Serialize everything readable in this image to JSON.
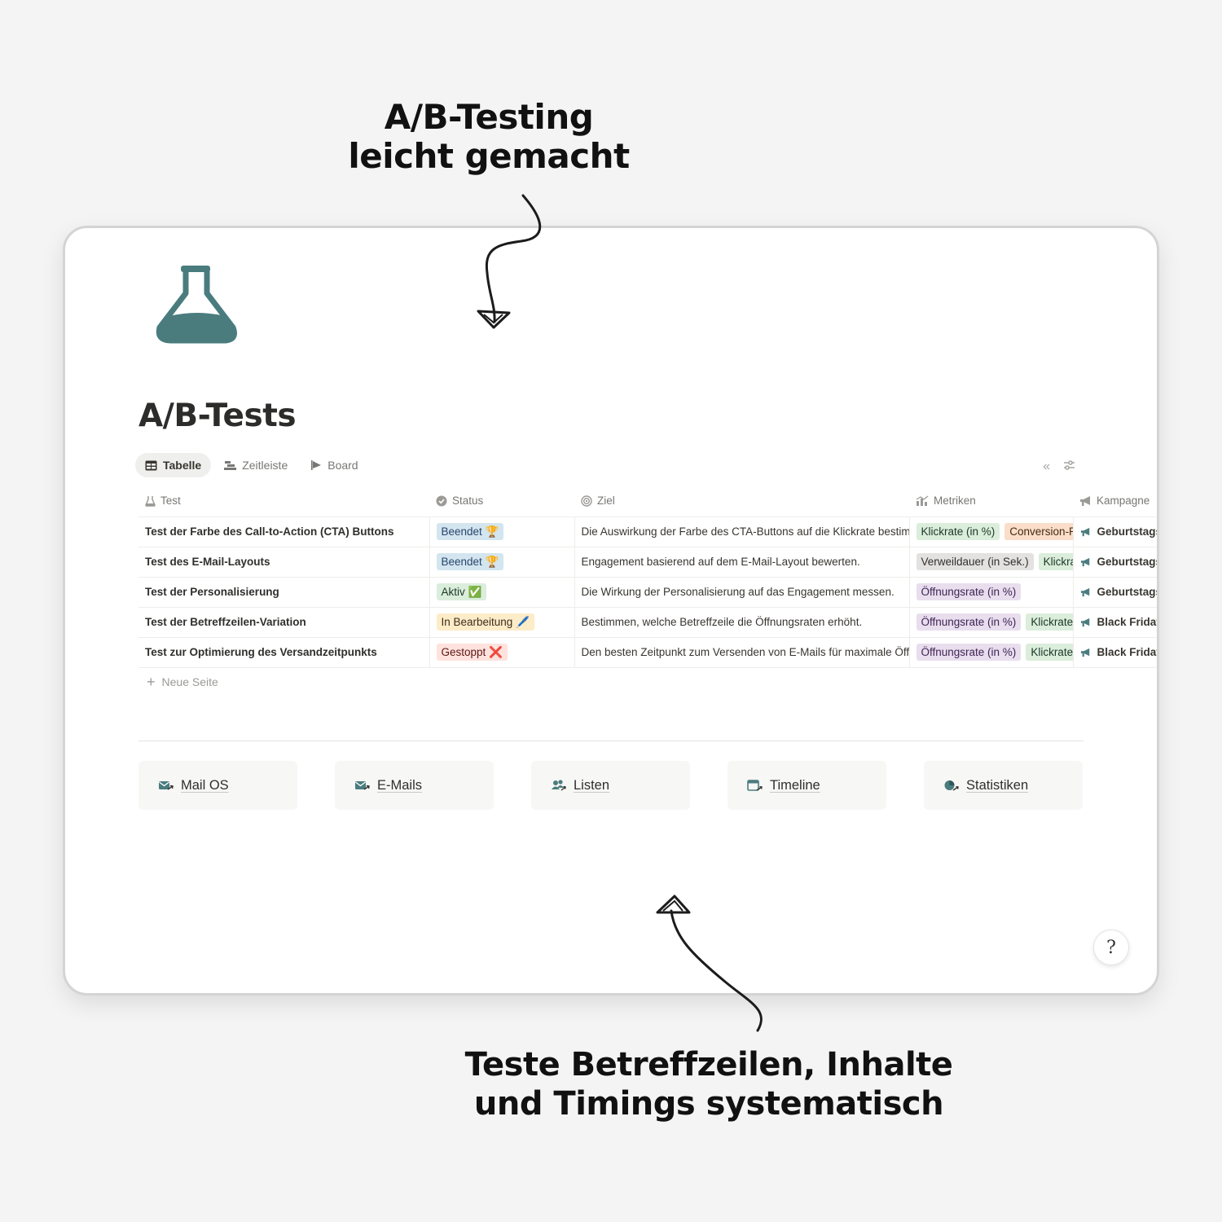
{
  "headline_top": [
    "A/B-Testing",
    "leicht gemacht"
  ],
  "headline_bottom": [
    "Teste Betreffzeilen, Inhalte",
    "und Timings systematisch"
  ],
  "page": {
    "icon": "flask-icon",
    "title": "A/B-Tests",
    "accent_color": "#4a7c7e"
  },
  "views": [
    {
      "label": "Tabelle",
      "icon": "table-icon",
      "active": true
    },
    {
      "label": "Zeitleiste",
      "icon": "timeline-icon",
      "active": false
    },
    {
      "label": "Board",
      "icon": "board-icon",
      "active": false
    }
  ],
  "view_tools": {
    "collapse": "«",
    "settings": "settings-icon"
  },
  "table": {
    "columns": [
      {
        "label": "Test",
        "icon": "flask-icon"
      },
      {
        "label": "Status",
        "icon": "status-icon"
      },
      {
        "label": "Ziel",
        "icon": "target-icon"
      },
      {
        "label": "Metriken",
        "icon": "chart-icon"
      },
      {
        "label": "Kampagne",
        "icon": "megaphone-icon"
      }
    ],
    "rows": [
      {
        "test": "Test der Farbe des Call-to-Action (CTA) Buttons",
        "status": {
          "label": "Beendet 🏆",
          "bg": "#d3e5ef",
          "fg": "#28456c"
        },
        "ziel": "Die Auswirkung der Farbe des CTA-Buttons auf die Klickrate bestimmen.",
        "metriken": [
          {
            "label": "Klickrate (in %)",
            "bg": "#dbeddb",
            "fg": "#1c3829"
          },
          {
            "label": "Conversion-Rate (in %)",
            "bg": "#fadec9",
            "fg": "#49290e"
          }
        ],
        "kampagne": "Geburtstagsmailing"
      },
      {
        "test": "Test des E-Mail-Layouts",
        "status": {
          "label": "Beendet 🏆",
          "bg": "#d3e5ef",
          "fg": "#28456c"
        },
        "ziel": "Engagement basierend auf dem E-Mail-Layout bewerten.",
        "metriken": [
          {
            "label": "Verweildauer (in Sek.)",
            "bg": "#e3e2e0",
            "fg": "#32302c"
          },
          {
            "label": "Klickrate (in %)",
            "bg": "#dbeddb",
            "fg": "#1c3829"
          }
        ],
        "kampagne": "Geburtstagsmailing"
      },
      {
        "test": "Test der Personalisierung",
        "status": {
          "label": "Aktiv ✅",
          "bg": "#dbeddb",
          "fg": "#1c3829"
        },
        "ziel": "Die Wirkung der Personalisierung auf das Engagement messen.",
        "metriken": [
          {
            "label": "Öffnungsrate (in %)",
            "bg": "#e8deee",
            "fg": "#412454"
          }
        ],
        "kampagne": "Geburtstagsmailing"
      },
      {
        "test": "Test der Betreffzeilen-Variation",
        "status": {
          "label": "In Bearbeitung 🖊️",
          "bg": "#fdecc8",
          "fg": "#402c1b"
        },
        "ziel": "Bestimmen, welche Betreffzeile die Öffnungsraten erhöht.",
        "metriken": [
          {
            "label": "Öffnungsrate (in %)",
            "bg": "#e8deee",
            "fg": "#412454"
          },
          {
            "label": "Klickrate (in %)",
            "bg": "#dbeddb",
            "fg": "#1c3829"
          }
        ],
        "kampagne": "Black Friday"
      },
      {
        "test": "Test zur Optimierung des Versandzeitpunkts",
        "status": {
          "label": "Gestoppt ❌",
          "bg": "#ffe2dd",
          "fg": "#5d1715"
        },
        "ziel": "Den besten Zeitpunkt zum Versenden von E-Mails für maximale Öffnungsraten finden.",
        "metriken": [
          {
            "label": "Öffnungsrate (in %)",
            "bg": "#e8deee",
            "fg": "#412454"
          },
          {
            "label": "Klickrate (in %)",
            "bg": "#dbeddb",
            "fg": "#1c3829"
          }
        ],
        "kampagne": "Black Friday"
      }
    ],
    "new_page_label": "Neue Seite"
  },
  "links": [
    {
      "label": "Mail OS",
      "icon": "mail-send-icon"
    },
    {
      "label": "E-Mails",
      "icon": "mail-icon"
    },
    {
      "label": "Listen",
      "icon": "people-icon"
    },
    {
      "label": "Timeline",
      "icon": "calendar-icon"
    },
    {
      "label": "Statistiken",
      "icon": "pie-chart-icon"
    }
  ],
  "help_button": {
    "label": "?",
    "icon": "help-icon"
  }
}
